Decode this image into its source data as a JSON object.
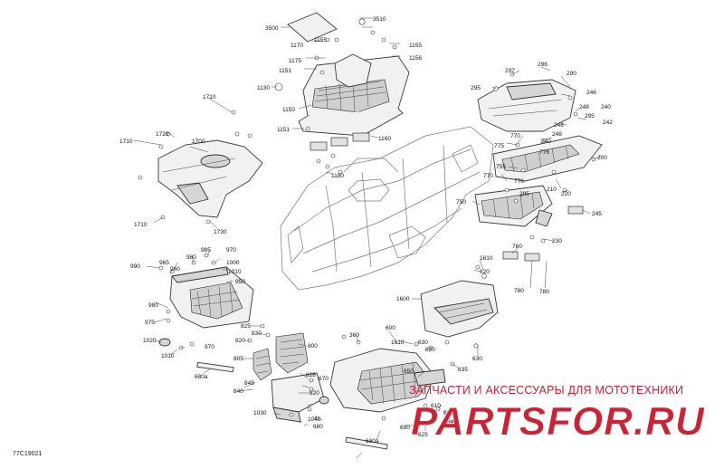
{
  "diagram": {
    "reference_code": "77C19021",
    "watermark": {
      "tagline": "ЗАПЧАСТИ И АКСЕССУАРЫ ДЛЯ МОТОТЕХНИКИ",
      "logo_text": "PARTSFOR.RU",
      "color": "#cc2233"
    },
    "callouts": {
      "rear_rack": [
        "3500",
        "3510",
        "1155",
        "1170",
        "1155",
        "1175",
        "1156",
        "1151",
        "1130",
        "1150",
        "1151",
        "1160",
        "1180"
      ],
      "front_left_fender": [
        "1710",
        "1720",
        "1700",
        "1710",
        "1710",
        "1730"
      ],
      "front_right_fender": [
        "297",
        "296",
        "290",
        "295",
        "246",
        "248",
        "240",
        "246",
        "295",
        "242",
        "770",
        "240",
        "248",
        "775",
        "776",
        "200",
        "755",
        "210",
        "770",
        "220",
        "295",
        "776",
        "750",
        "245",
        "230",
        "760",
        "780",
        "780"
      ],
      "left_footwell": [
        "985",
        "970",
        "980",
        "1000",
        "965",
        "990",
        "960",
        "1010",
        "950",
        "980",
        "975",
        "1020",
        "970",
        "1010",
        "680a"
      ],
      "left_footrest": [
        "825",
        "830",
        "820",
        "800",
        "805",
        "845",
        "840",
        "826",
        "820",
        "670",
        "1040",
        "1030",
        "680"
      ],
      "right_footwell": [
        "1610",
        "620",
        "1600",
        "360",
        "600",
        "1610",
        "630",
        "620",
        "630",
        "635",
        "650",
        "610",
        "615",
        "640",
        "690",
        "625",
        "680a"
      ]
    }
  }
}
